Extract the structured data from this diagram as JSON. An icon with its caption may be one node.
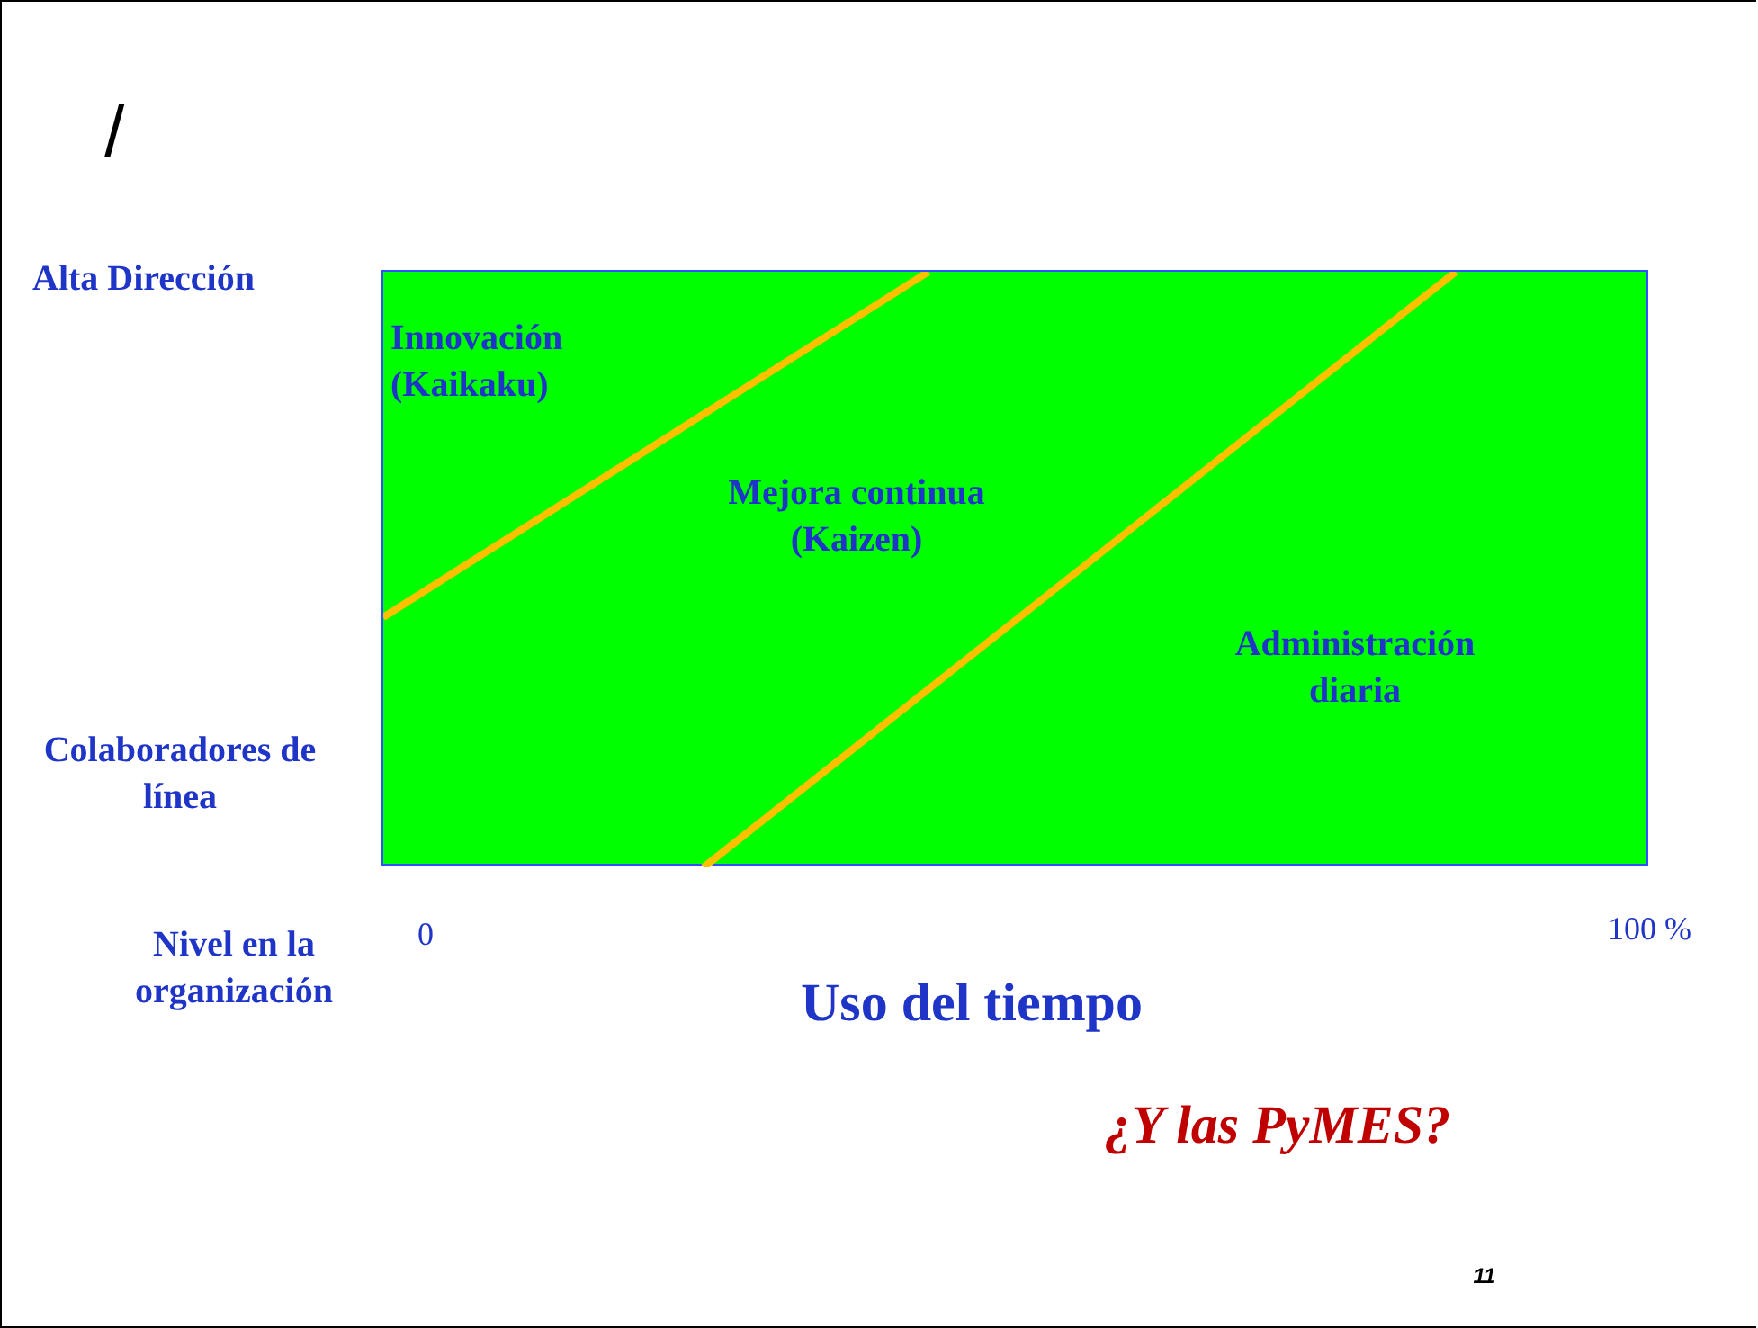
{
  "diagram": {
    "title": "/",
    "nodes": [
      {
        "text": [
          "Innovación (Kaikaku)",
          "Mejora continua (Kaizen)",
          "Administración diaria"
        ]
      }
    ],
    "labels": [
      "Alta Dirección",
      "Colaboradores de línea",
      "0",
      "100 %",
      "Nivel en la organización",
      "Uso del tiempo",
      "¿Y las PyMES?",
      "11"
    ]
  }
}
